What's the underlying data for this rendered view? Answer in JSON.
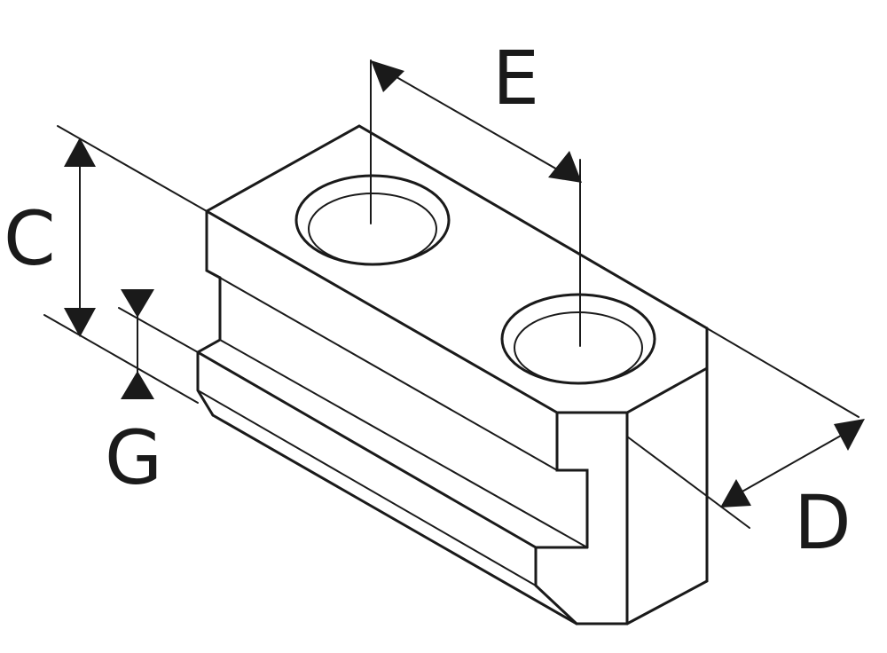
{
  "diagram": {
    "labels": {
      "c": "C",
      "e": "E",
      "g": "G",
      "d": "D"
    }
  }
}
